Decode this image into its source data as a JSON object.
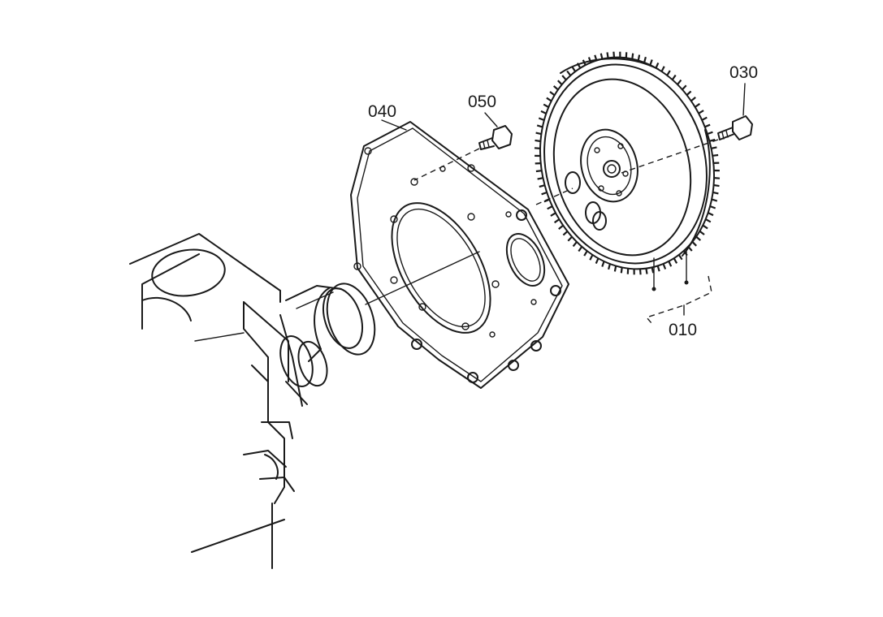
{
  "diagram": {
    "callouts": {
      "flywheel_assembly": "010",
      "flywheel_bolt": "030",
      "end_plate": "040",
      "end_plate_bolt": "050"
    }
  }
}
